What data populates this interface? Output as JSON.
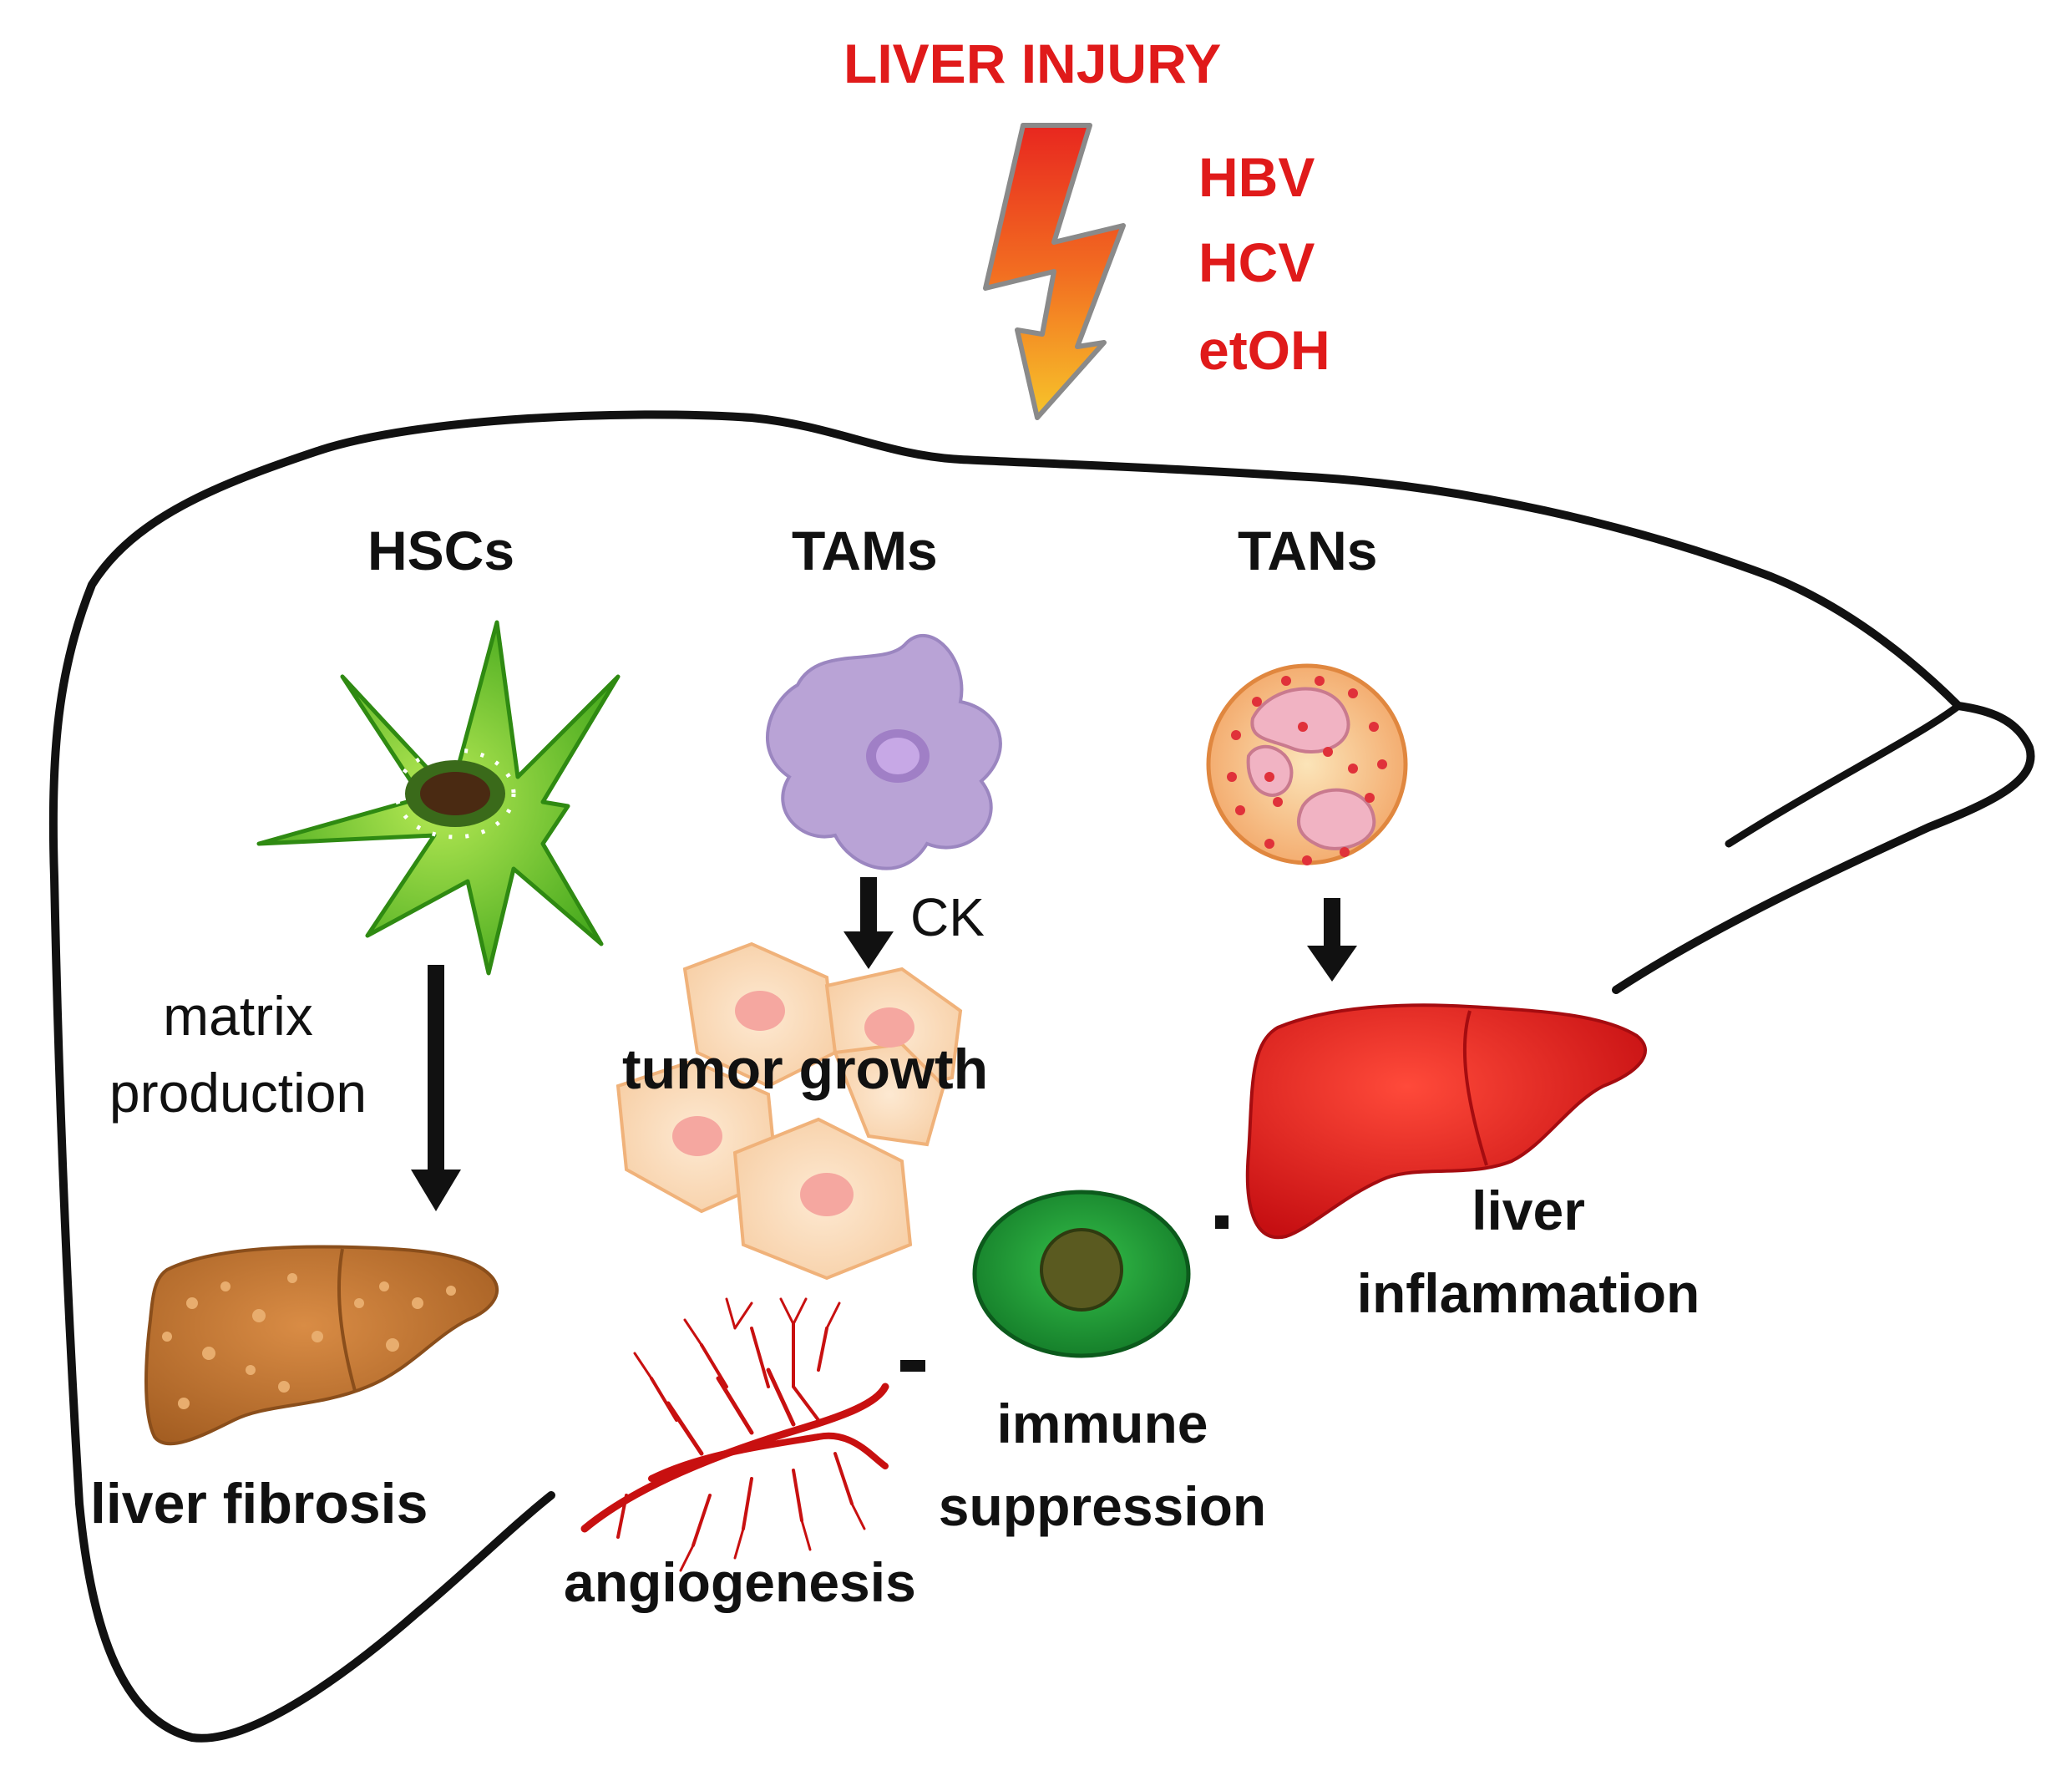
{
  "injury": {
    "title": "LIVER INJURY",
    "causes": [
      "HBV",
      "HCV",
      "etOH"
    ]
  },
  "cells": {
    "hscs": "HSCs",
    "tams": "TAMs",
    "tans": "TANs"
  },
  "labels": {
    "matrix_production_line1": "matrix",
    "matrix_production_line2": "production",
    "ck": "CK",
    "tumor_growth": "tumor growth",
    "liver_fibrosis": "liver fibrosis",
    "angiogenesis": "angiogenesis",
    "immune_line1": "immune",
    "immune_line2": "suppression",
    "inflammation_line1": "liver",
    "inflammation_line2": "inflammation"
  },
  "colors": {
    "injury_text": "#e01a1a",
    "hsc_green": "#5cc21e",
    "tam_purple": "#b9a3d6",
    "tan_orange": "#f5b478",
    "fibrotic_liver": "#c87933",
    "inflamed_liver": "#e31b1b",
    "immune_cell": "#1f9b35",
    "vessels": "#c81010"
  }
}
